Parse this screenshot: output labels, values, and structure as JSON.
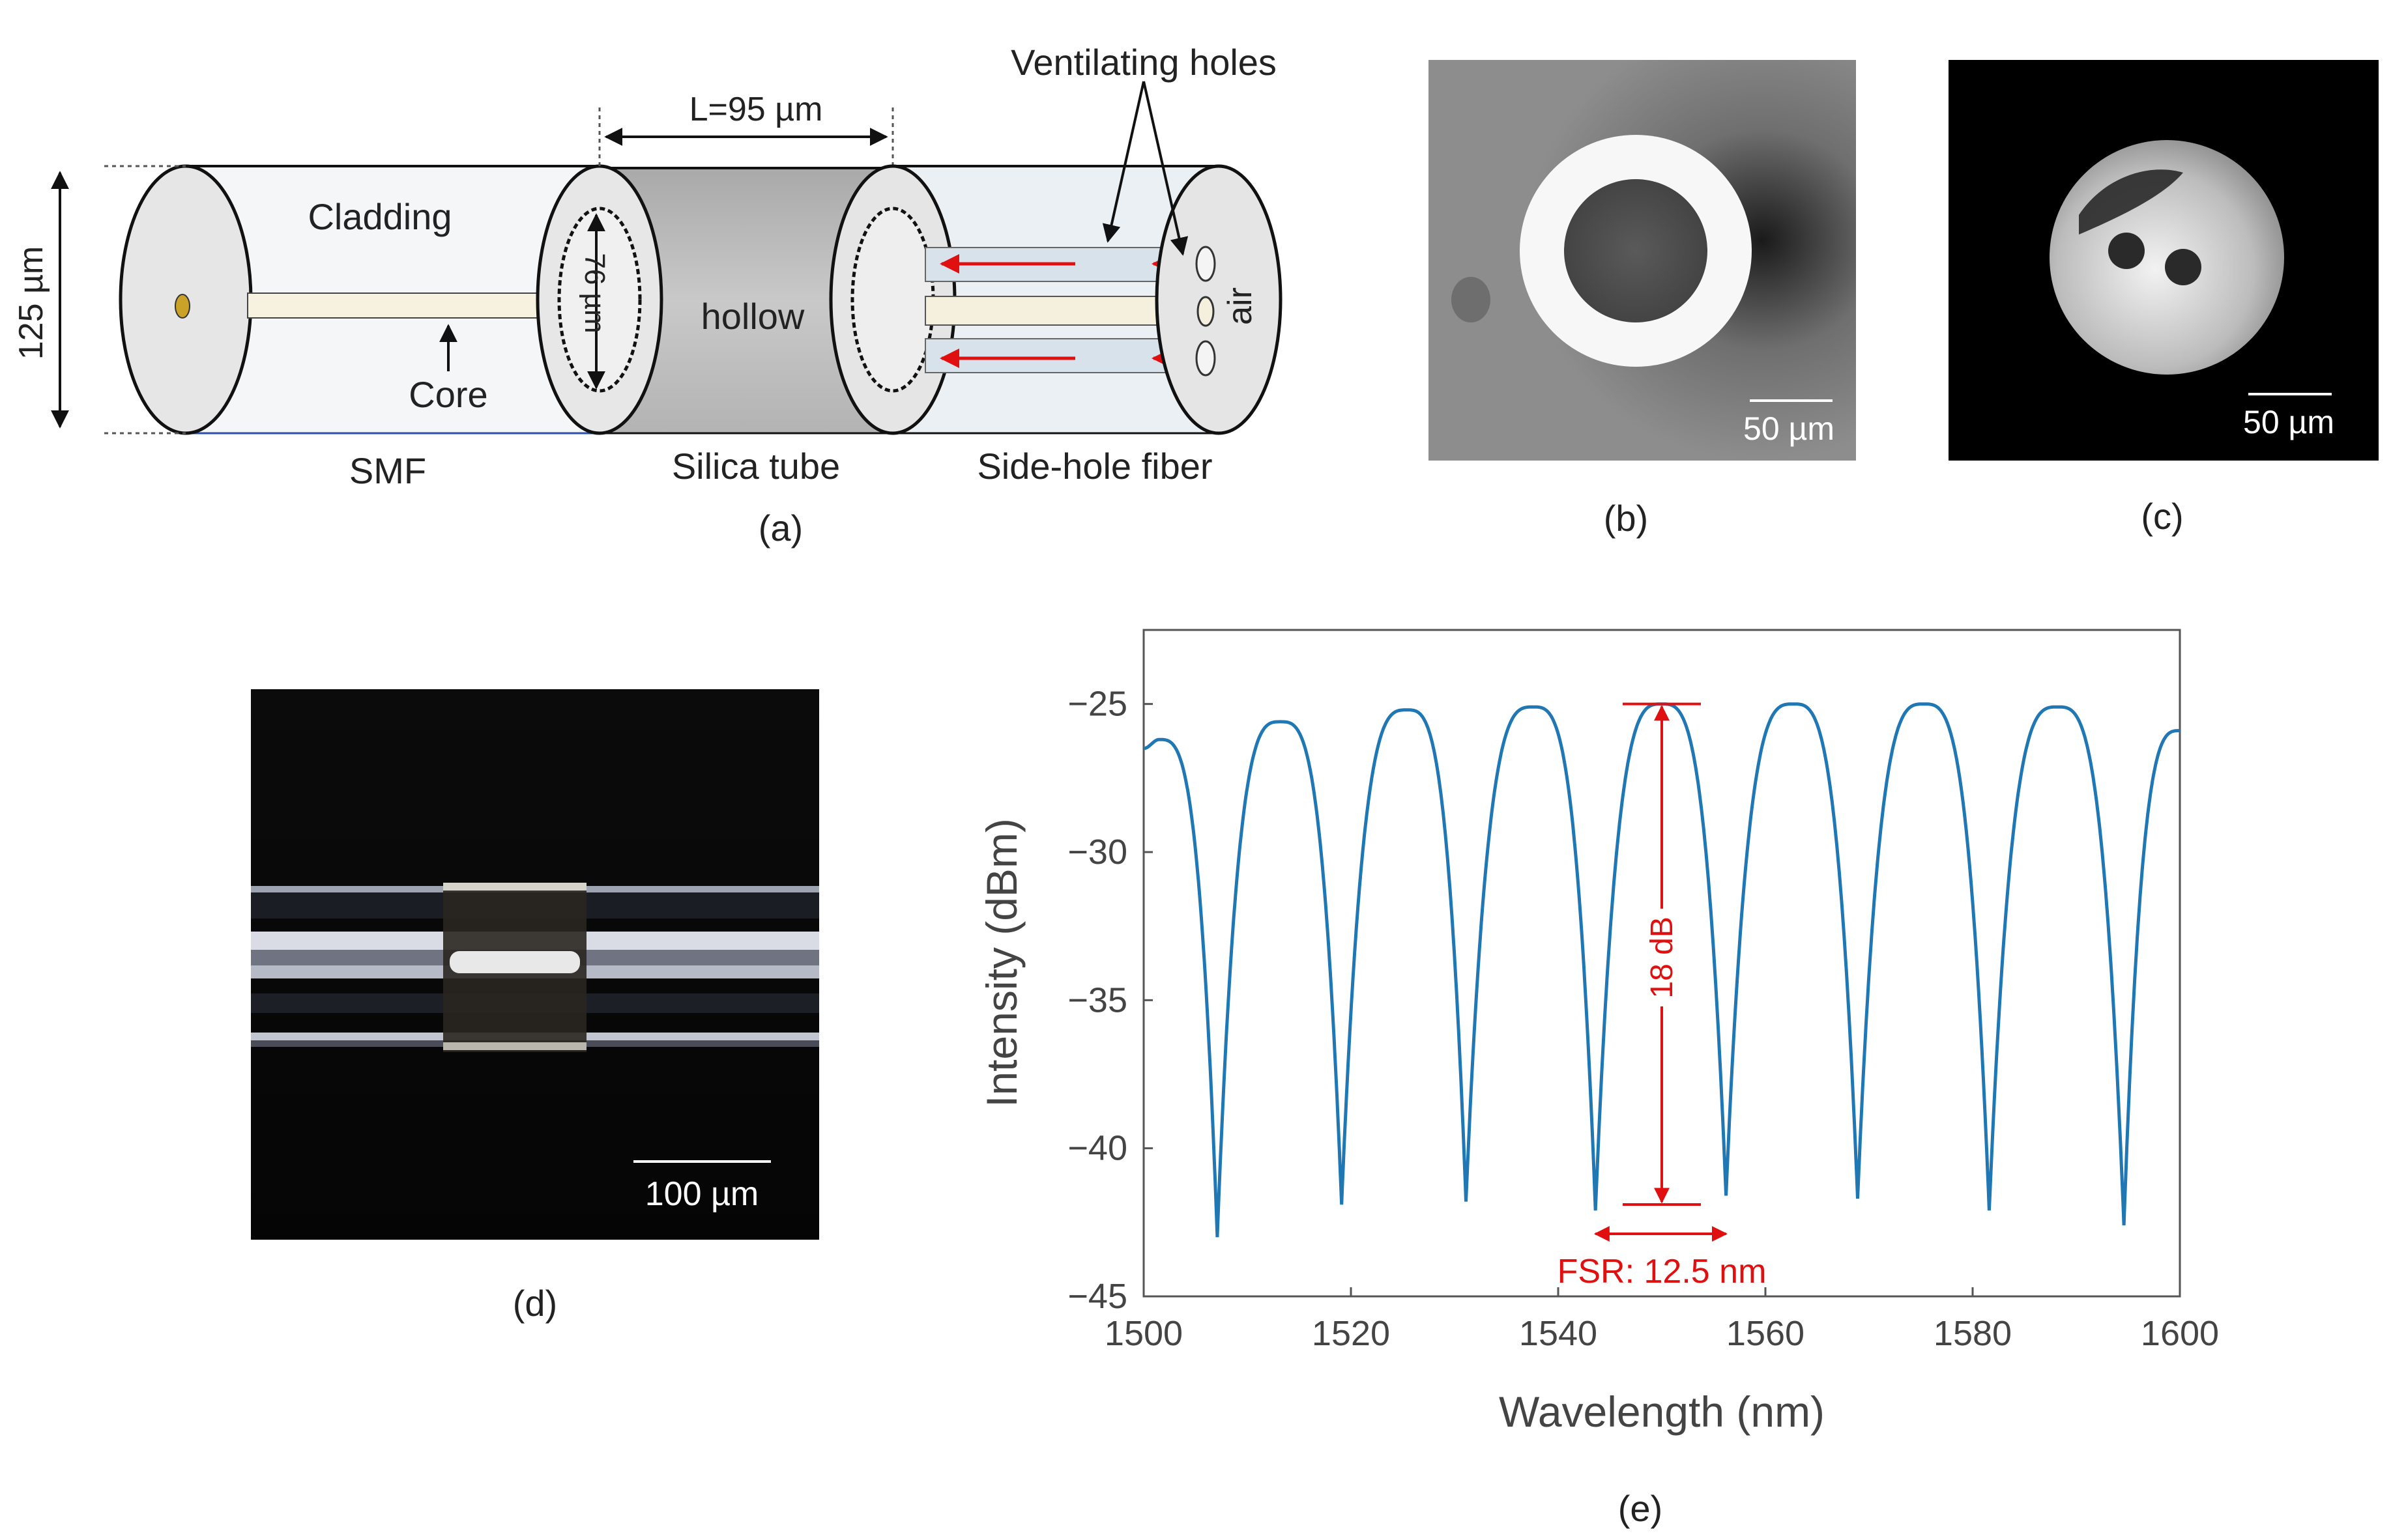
{
  "panel_a": {
    "label": "(a)",
    "dim_125": "125 µm",
    "length": "L=95 µm",
    "ventilating": "Ventilating holes",
    "cladding": "Cladding",
    "core": "Core",
    "smf": "SMF",
    "hollow": "hollow",
    "inner_dim": "76 µm",
    "silica": "Silica tube",
    "air": "air",
    "sidehole": "Side-hole fiber"
  },
  "panel_b": {
    "label": "(b)",
    "scale": "50 µm"
  },
  "panel_c": {
    "label": "(c)",
    "scale": "50 µm"
  },
  "panel_d": {
    "label": "(d)",
    "scale": "100 µm"
  },
  "panel_e": {
    "label": "(e)"
  },
  "chart_data": {
    "type": "line",
    "xlabel": "Wavelength (nm)",
    "ylabel": "Intensity (dBm)",
    "xlim": [
      1500,
      1600
    ],
    "ylim": [
      -45,
      -22.5
    ],
    "xticks": [
      1500,
      1520,
      1540,
      1560,
      1580,
      1600
    ],
    "yticks": [
      -25,
      -30,
      -35,
      -40,
      -45
    ],
    "series": [
      {
        "color": "#1f77b4",
        "dips": [
          1507.1,
          1519.1,
          1531.1,
          1543.6,
          1556.2,
          1568.9,
          1581.6,
          1594.6
        ],
        "dip_values": [
          -43.0,
          -41.9,
          -41.8,
          -42.1,
          -41.6,
          -41.7,
          -42.1,
          -42.6
        ],
        "peaks": [
          1501.5,
          1513.2,
          1525.4,
          1537.6,
          1550.0,
          1562.7,
          1575.3,
          1588.2
        ],
        "peak_values": [
          -26.2,
          -25.6,
          -25.2,
          -25.1,
          -25.0,
          -25.0,
          -25.0,
          -25.1
        ],
        "end_value": -25.9
      }
    ],
    "annotations": [
      {
        "text": "18 dB",
        "color": "#e01010"
      },
      {
        "text": "FSR: 12.5 nm",
        "color": "#e01010"
      }
    ]
  }
}
